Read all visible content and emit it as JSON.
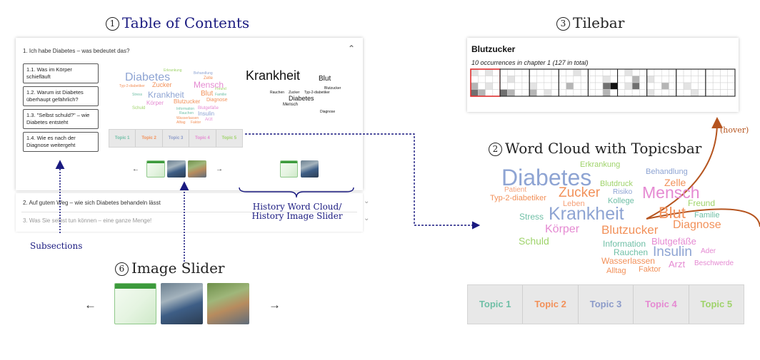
{
  "headings": {
    "toc": {
      "num": "1",
      "text": "Table of Contents"
    },
    "tilebar": {
      "num": "3",
      "text": "Tilebar"
    },
    "wordcloud": {
      "num": "2",
      "text": "Word Cloud with Topicsbar"
    },
    "slider": {
      "num": "6",
      "text": "Image Slider"
    }
  },
  "annotations": {
    "subsections": "Subsections",
    "history_line1": "History Word Cloud/",
    "history_line2": "History Image Slider",
    "hover": "(hover)"
  },
  "toc": {
    "chapter1": "1. Ich habe Diabetes – was bedeutet das?",
    "chapter2": "2. Auf gutem Weg – wie sich Diabetes behandeln lässt",
    "chapter3": "3. Was Sie selbst tun können – eine ganze Menge!",
    "subsections": [
      "1.1.  Was im Körper schiefläuft",
      "1.2.  Warum ist Diabetes überhaupt gefährlich?",
      "1.3.  \"Selbst schuld?\" – wie Diabetes entsteht",
      "1.4.  Wie es nach der Diagnose weitergeht"
    ]
  },
  "tilebar": {
    "title": "Blutzucker",
    "subtitle": "10 occurrences in chapter 1 (127 in total)",
    "segments": 9,
    "highlighted_segment": 0
  },
  "topics": [
    "Topic 1",
    "Topic 2",
    "Topic 3",
    "Topic 4",
    "Topic 5"
  ],
  "topic_colors": [
    "#6fbfa6",
    "#f2915a",
    "#8c9bc9",
    "#e58ad2",
    "#9fd36b"
  ],
  "wordcloud": [
    {
      "text": "Diabetes",
      "color": "#8ea4d3"
    },
    {
      "text": "Erkrankung",
      "color": "#9fd36b"
    },
    {
      "text": "Behandlung",
      "color": "#8ea4d3"
    },
    {
      "text": "Patient",
      "color": "#f5a27a"
    },
    {
      "text": "Zucker",
      "color": "#f2915a"
    },
    {
      "text": "Blutdruck",
      "color": "#9fd36b"
    },
    {
      "text": "Zelle",
      "color": "#f2915a"
    },
    {
      "text": "Typ-2-diabetiker",
      "color": "#f2915a"
    },
    {
      "text": "Leben",
      "color": "#f5a27a"
    },
    {
      "text": "Risiko",
      "color": "#8ea4d3"
    },
    {
      "text": "Mensch",
      "color": "#e58ad2"
    },
    {
      "text": "Kollege",
      "color": "#6fbfa6"
    },
    {
      "text": "Freund",
      "color": "#9fd36b"
    },
    {
      "text": "Stress",
      "color": "#6fbfa6"
    },
    {
      "text": "Krankheit",
      "color": "#8ea4d3"
    },
    {
      "text": "Blut",
      "color": "#f2915a"
    },
    {
      "text": "Familie",
      "color": "#6fbfa6"
    },
    {
      "text": "Körper",
      "color": "#e58ad2"
    },
    {
      "text": "Blutzucker",
      "color": "#f2915a"
    },
    {
      "text": "Diagnose",
      "color": "#f2915a"
    },
    {
      "text": "Schuld",
      "color": "#9fd36b"
    },
    {
      "text": "Information",
      "color": "#6fbfa6"
    },
    {
      "text": "Blutgefäße",
      "color": "#e58ad2"
    },
    {
      "text": "Rauchen",
      "color": "#6fbfa6"
    },
    {
      "text": "Insulin",
      "color": "#8ea4d3"
    },
    {
      "text": "Ader",
      "color": "#e58ad2"
    },
    {
      "text": "Wasserlassen",
      "color": "#f2915a"
    },
    {
      "text": "Arzt",
      "color": "#e58ad2"
    },
    {
      "text": "Beschwerde",
      "color": "#e58ad2"
    },
    {
      "text": "Alltag",
      "color": "#f2915a"
    },
    {
      "text": "Faktor",
      "color": "#f2915a"
    }
  ],
  "history_cloud": [
    "Krankheit",
    "Blut",
    "Blutzucker",
    "Rauchen",
    "Zucker",
    "Typ-2-diabetiker",
    "Diabetes",
    "Mensch",
    "Diagnose"
  ],
  "arrows": {
    "left": "←",
    "right": "→"
  }
}
